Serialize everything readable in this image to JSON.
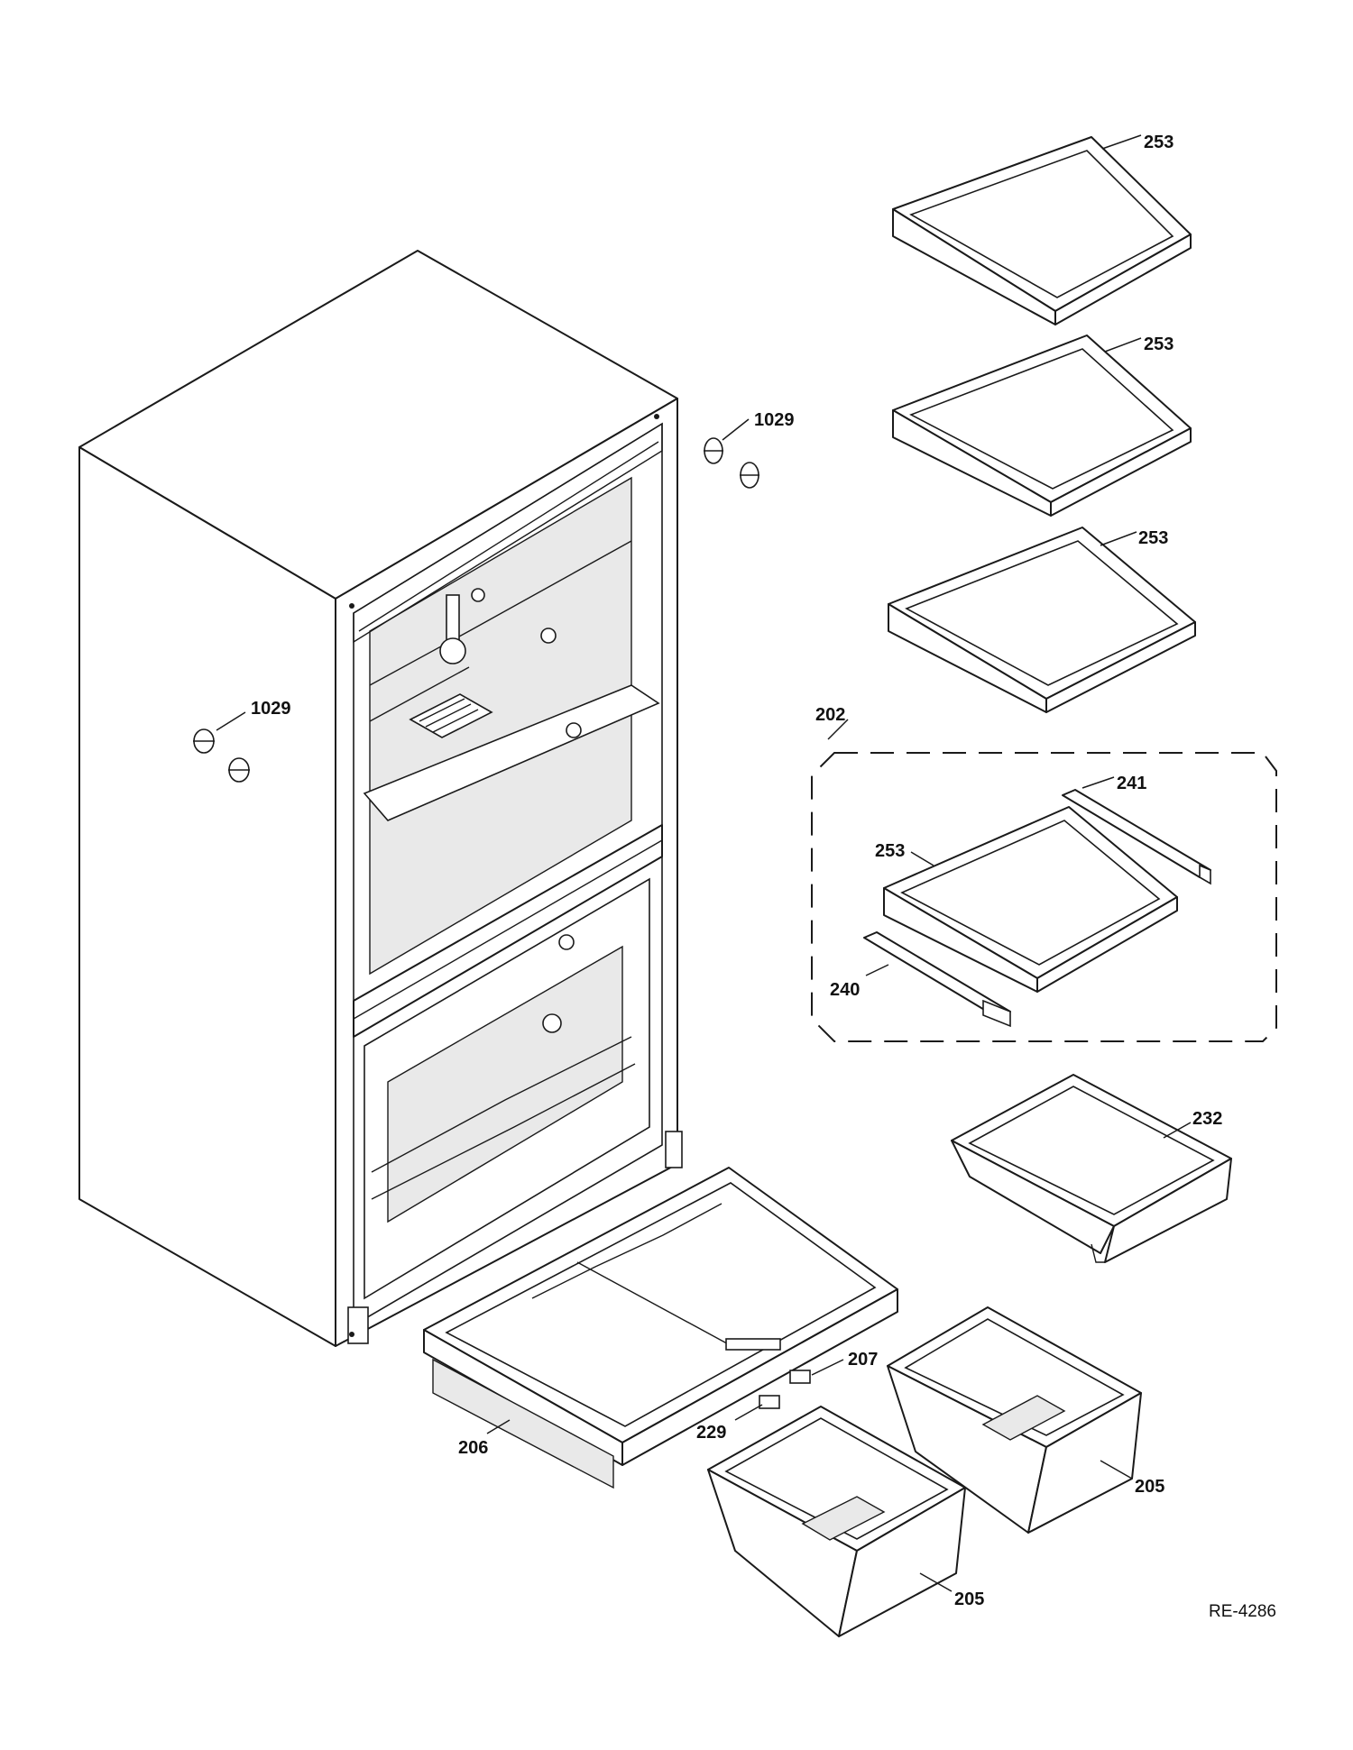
{
  "callouts": {
    "shelf_1": "253",
    "shelf_2": "253",
    "shelf_3": "253",
    "shelf_kit": "202",
    "kit_shelf": "253",
    "rail_right": "241",
    "rail_left": "240",
    "hinge_top": "1029",
    "hinge_side": "1029",
    "drawer_shallow": "232",
    "crisper_cover": "206",
    "cover_clip_a": "207",
    "cover_clip_b": "229",
    "crisper_right": "205",
    "crisper_left": "205"
  },
  "reference_code": "RE-4286"
}
